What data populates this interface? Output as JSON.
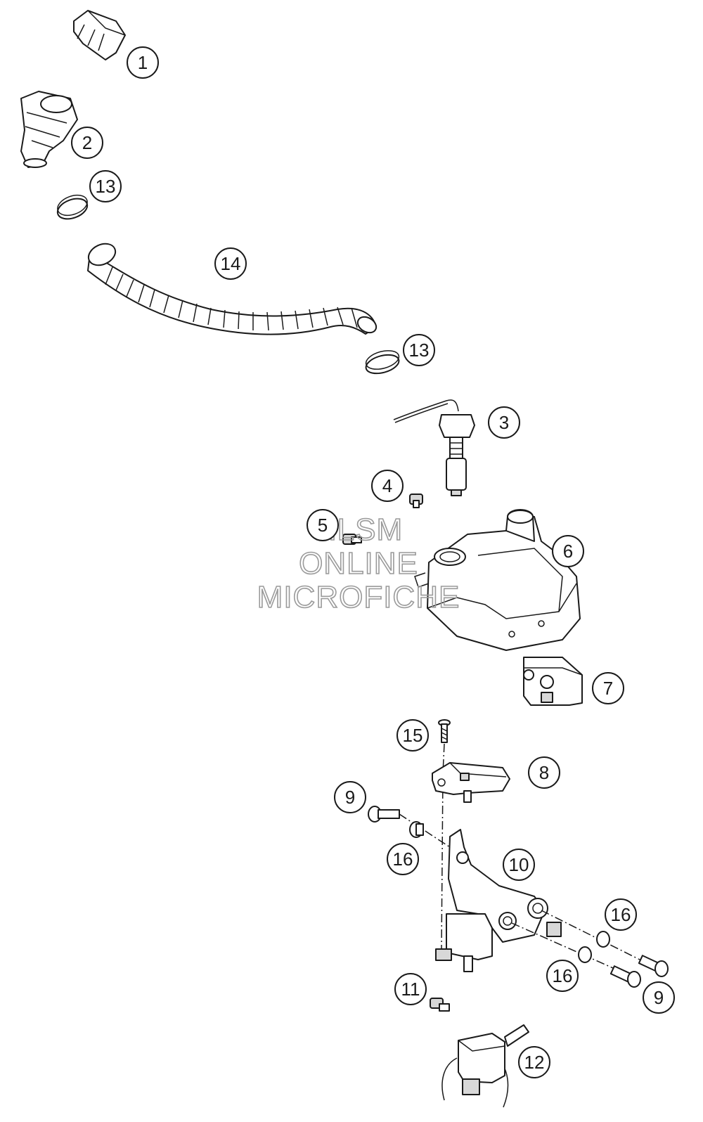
{
  "callouts": [
    {
      "id": "1",
      "label": "1"
    },
    {
      "id": "2",
      "label": "2"
    },
    {
      "id": "13a",
      "label": "13"
    },
    {
      "id": "14",
      "label": "14"
    },
    {
      "id": "13b",
      "label": "13"
    },
    {
      "id": "3",
      "label": "3"
    },
    {
      "id": "4",
      "label": "4"
    },
    {
      "id": "5",
      "label": "5"
    },
    {
      "id": "6",
      "label": "6"
    },
    {
      "id": "7",
      "label": "7"
    },
    {
      "id": "15",
      "label": "15"
    },
    {
      "id": "8",
      "label": "8"
    },
    {
      "id": "9a",
      "label": "9"
    },
    {
      "id": "16a",
      "label": "16"
    },
    {
      "id": "10",
      "label": "10"
    },
    {
      "id": "16b",
      "label": "16"
    },
    {
      "id": "16c",
      "label": "16"
    },
    {
      "id": "9b",
      "label": "9"
    },
    {
      "id": "11",
      "label": "11"
    },
    {
      "id": "12",
      "label": "12"
    }
  ],
  "watermark": {
    "line1": "HLSM",
    "line2": "ONLINE",
    "line3": "MICROFICHE"
  }
}
